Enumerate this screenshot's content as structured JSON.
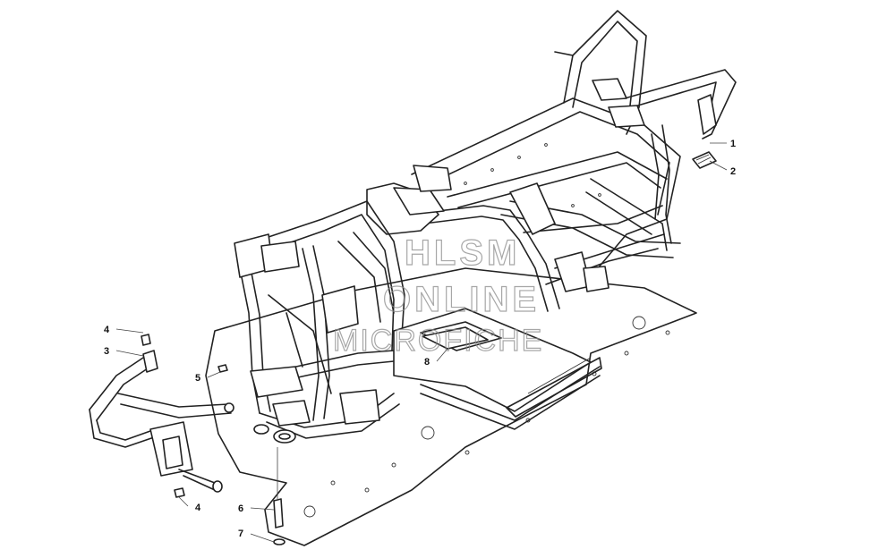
{
  "callouts": [
    {
      "id": "1",
      "label": "1"
    },
    {
      "id": "2",
      "label": "2"
    },
    {
      "id": "3",
      "label": "3"
    },
    {
      "id": "4a",
      "label": "4"
    },
    {
      "id": "4b",
      "label": "4"
    },
    {
      "id": "5",
      "label": "5"
    },
    {
      "id": "6",
      "label": "6"
    },
    {
      "id": "7",
      "label": "7"
    },
    {
      "id": "8",
      "label": "8"
    }
  ],
  "watermark": {
    "line1": "HLSM",
    "line2": "ONLINE",
    "line3": "MICROFICHE"
  }
}
